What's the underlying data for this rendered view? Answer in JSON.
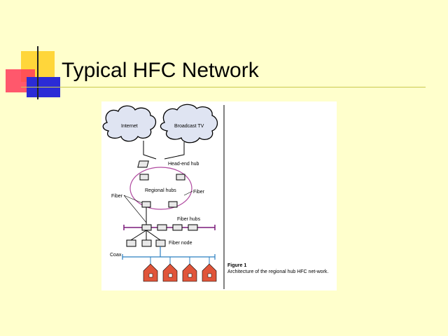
{
  "slide": {
    "title": "Typical HFC Network"
  },
  "figure": {
    "clouds": [
      "Internet",
      "Broadcast TV"
    ],
    "labels": {
      "headend": "Head-end hub",
      "regional": "Regional hubs",
      "fiber_left": "Fiber",
      "fiber_right": "Fiber",
      "fiber_hubs": "Fiber hubs",
      "fiber_node": "Fiber node",
      "coax": "Coax"
    },
    "caption_title": "Figure 1",
    "caption_text": "Architecture of the regional hub HFC net-work.",
    "colors": {
      "ring": "#b04aa0",
      "hub_bar": "#7a1a7a",
      "coax": "#2a7fc0",
      "house": "#e0553a",
      "cloud_fill": "#dfe4f2"
    }
  }
}
